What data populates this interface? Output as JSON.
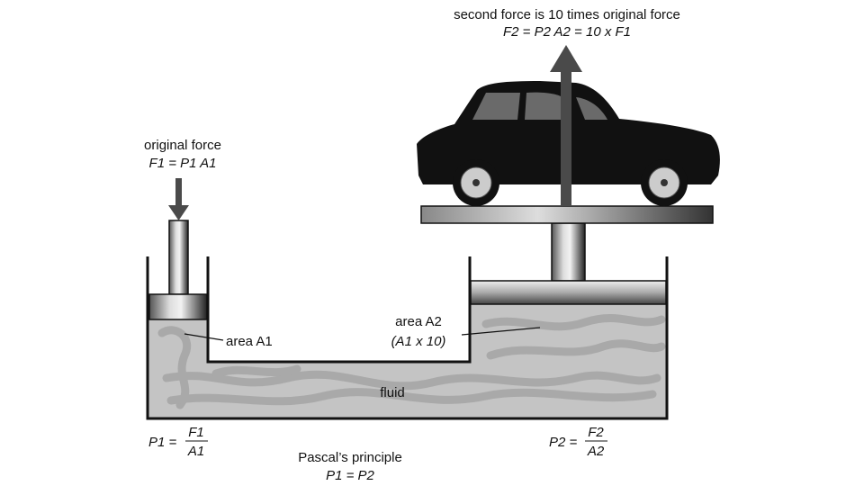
{
  "top_label": {
    "line1": "second force is 10 times original force",
    "line2_F2": "F",
    "line2": "F2 = P2 A2 = 10 x F1"
  },
  "left_label": {
    "line1": "original force",
    "line2": "F1 = P1 A1"
  },
  "area1_label": "area A1",
  "area2_label": {
    "line1": "area A2",
    "line2": "(A1 x 10)"
  },
  "fluid_label": "fluid",
  "p1_formula": {
    "lhs": "P1 =",
    "num": "F1",
    "den": "A1"
  },
  "p2_formula": {
    "lhs": "P2 =",
    "num": "F2",
    "den": "A2"
  },
  "principle": {
    "line1": "Pascal’s principle",
    "line2": "P1 = P2"
  },
  "colors": {
    "fluid": "#c4c4c4",
    "swirl": "#a8a8a8",
    "arrow": "#4a4a4a",
    "car": "#111111"
  }
}
